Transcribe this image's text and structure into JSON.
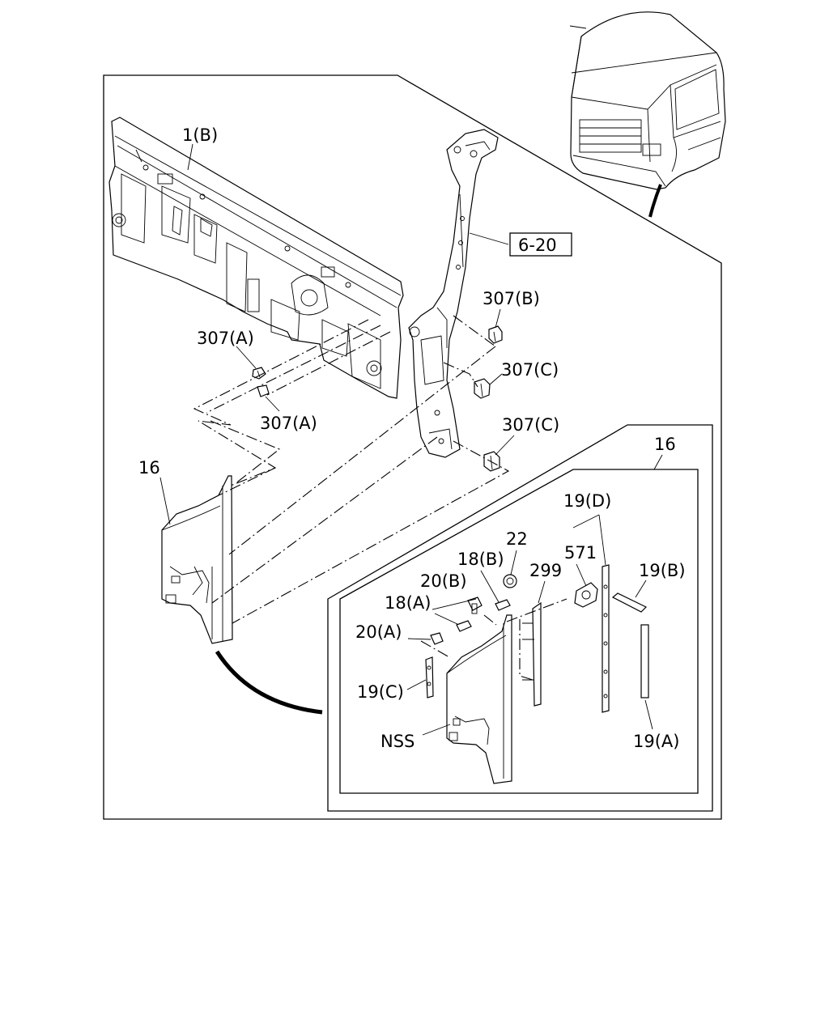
{
  "diagram": {
    "ref_box": "6-20",
    "labels": {
      "l1b": "1(B)",
      "l307b": "307(B)",
      "l307a_top": "307(A)",
      "l307c_top": "307(C)",
      "l307a_bot": "307(A)",
      "l307c_bot": "307(C)",
      "l16_left": "16",
      "l16_inset": "16",
      "l19d": "19(D)",
      "l22": "22",
      "l571": "571",
      "l18b": "18(B)",
      "l299": "299",
      "l20b": "20(B)",
      "l19b": "19(B)",
      "l18a": "18(A)",
      "l20a": "20(A)",
      "l19c": "19(C)",
      "lnss": "NSS",
      "l19a": "19(A)"
    }
  }
}
